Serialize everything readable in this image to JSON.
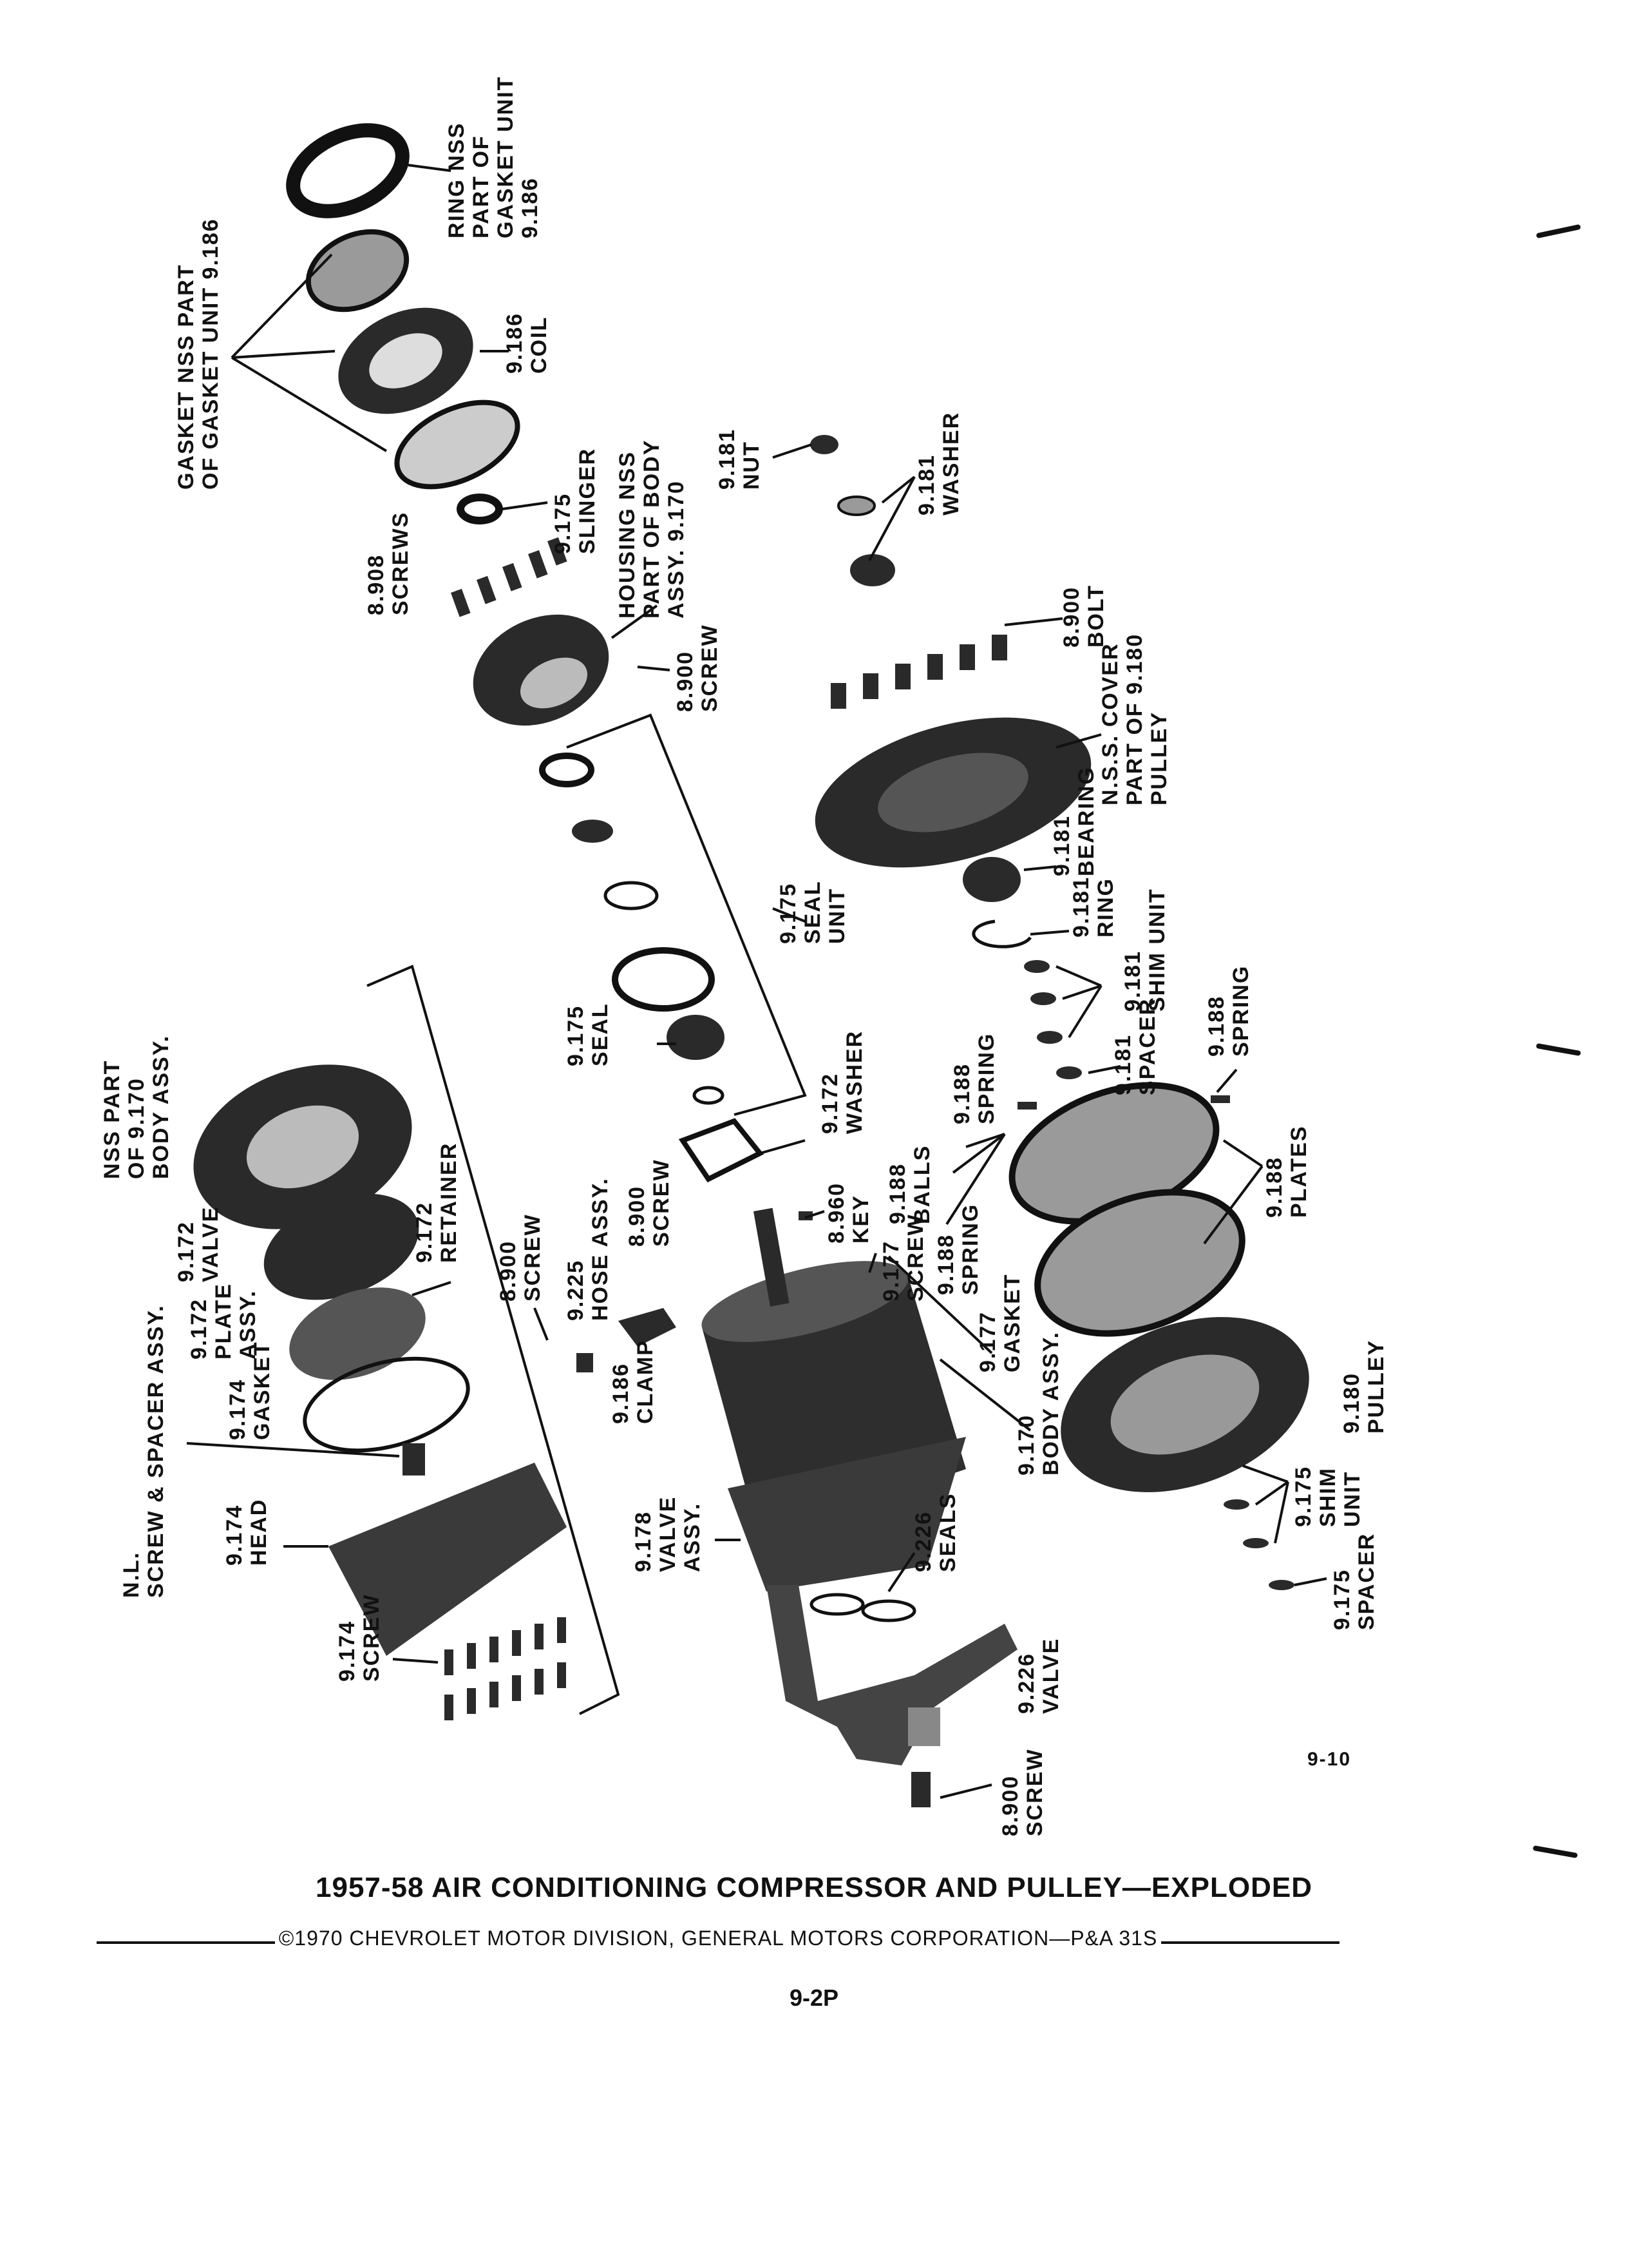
{
  "figure_number": "9-10",
  "title": "1957-58 AIR CONDITIONING COMPRESSOR AND PULLEY—EXPLODED",
  "copyright": "©1970 CHEVROLET MOTOR DIVISION, GENERAL MOTORS CORPORATION—P&A 31S",
  "page_number": "9-2P",
  "callouts": {
    "ring_nss": [
      "RING NSS",
      "PART OF",
      "GASKET UNIT",
      "9.186"
    ],
    "gasket_nss": [
      "GASKET NSS PART",
      "OF GASKET UNIT 9.186"
    ],
    "coil": [
      "9.186",
      "COIL"
    ],
    "slinger": [
      "9.175",
      "SLINGER"
    ],
    "screws_8908": [
      "8.908",
      "SCREWS"
    ],
    "housing_nss": [
      "HOUSING NSS",
      "PART OF BODY",
      "ASSY. 9.170"
    ],
    "screw_8900_top": [
      "8.900",
      "SCREW"
    ],
    "nut": [
      "9.181",
      "NUT"
    ],
    "washer_9181": [
      "9.181",
      "WASHER"
    ],
    "bolt": [
      "8.900",
      "BOLT"
    ],
    "cover": [
      "N.S.S. COVER",
      "PART OF 9.180",
      "PULLEY"
    ],
    "bearing": [
      "9.181",
      "BEARING"
    ],
    "ring_9181": [
      "9.181",
      "RING"
    ],
    "seal_unit": [
      "9.175",
      "SEAL",
      "UNIT"
    ],
    "shim_unit_9181": [
      "9.181",
      "SHIM UNIT"
    ],
    "spacer_9181": [
      "9.181",
      "SPACER"
    ],
    "spring_9188_right": [
      "9.188",
      "SPRING"
    ],
    "spring_9188_left": [
      "9.188",
      "SPRING"
    ],
    "seal_9175": [
      "9.175",
      "SEAL"
    ],
    "washer_9172": [
      "9.172",
      "WASHER"
    ],
    "nss_body": [
      "NSS PART",
      "OF 9.170",
      "BODY ASSY."
    ],
    "valve_9172": [
      "9.172",
      "VALVE"
    ],
    "retainer": [
      "9.172",
      "RETAINER"
    ],
    "plate_assy": [
      "9.172",
      "PLATE",
      "ASSY."
    ],
    "screw_8900_mid": [
      "8.900",
      "SCREW"
    ],
    "hose_assy": [
      "9.225",
      "HOSE ASSY."
    ],
    "screw_8900_hose": [
      "8.900",
      "SCREW"
    ],
    "key": [
      "8.960",
      "KEY"
    ],
    "balls": [
      "9.188",
      "BALLS"
    ],
    "plates": [
      "9.188",
      "PLATES"
    ],
    "screw_9177": [
      "9.177",
      "SCREW"
    ],
    "spring_9188_lower": [
      "9.188",
      "SPRING"
    ],
    "gasket_9177": [
      "9.177",
      "GASKET"
    ],
    "body_assy": [
      "9.170",
      "BODY ASSY."
    ],
    "pulley": [
      "9.180",
      "PULLEY"
    ],
    "gasket_9174": [
      "9.174",
      "GASKET"
    ],
    "clamp": [
      "9.186",
      "CLAMP"
    ],
    "screw_spacer": [
      "N.L.",
      "SCREW & SPACER ASSY."
    ],
    "head": [
      "9.174",
      "HEAD"
    ],
    "valve_assy_9178": [
      "9.178",
      "VALVE",
      "ASSY."
    ],
    "seals_9226": [
      "9.226",
      "SEALS"
    ],
    "shim_unit_9175": [
      "9.175",
      "SHIM",
      "UNIT"
    ],
    "spacer_9175": [
      "9.175",
      "SPACER"
    ],
    "screw_9174": [
      "9.174",
      "SCREW"
    ],
    "valve_9226": [
      "9.226",
      "VALVE"
    ],
    "screw_8900_bottom": [
      "8.900",
      "SCREW"
    ]
  }
}
